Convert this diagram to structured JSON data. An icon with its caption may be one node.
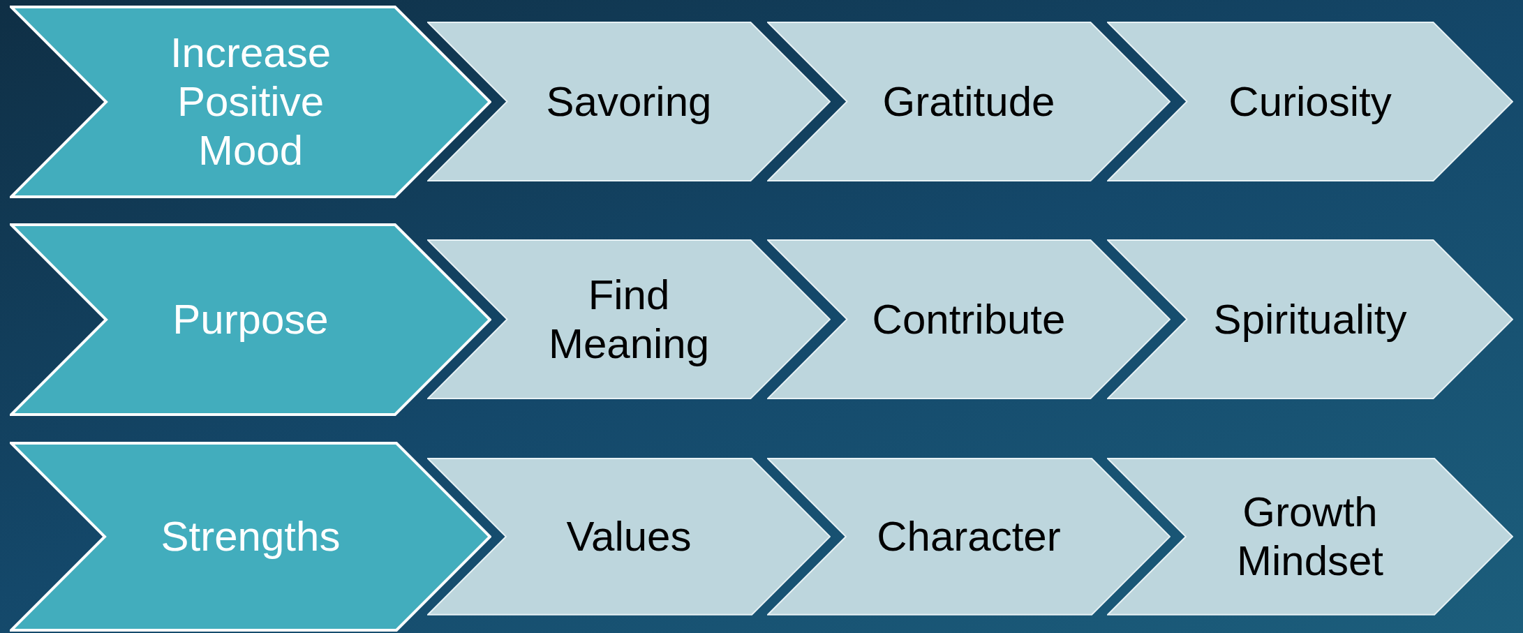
{
  "diagram": {
    "nodes": [
      {
        "text": [
          "Increase Positive Mood"
        ]
      },
      {
        "text": [
          "Savoring"
        ]
      },
      {
        "text": [
          "Gratitude"
        ]
      },
      {
        "text": [
          "Curiosity"
        ]
      },
      {
        "text": [
          "Purpose"
        ]
      },
      {
        "text": [
          "Find Meaning"
        ]
      },
      {
        "text": [
          "Contribute"
        ]
      },
      {
        "text": [
          "Spirituality"
        ]
      },
      {
        "text": [
          "Strengths"
        ]
      },
      {
        "text": [
          "Values"
        ]
      },
      {
        "text": [
          "Character"
        ]
      },
      {
        "text": [
          "Growth Mindset"
        ]
      }
    ]
  }
}
